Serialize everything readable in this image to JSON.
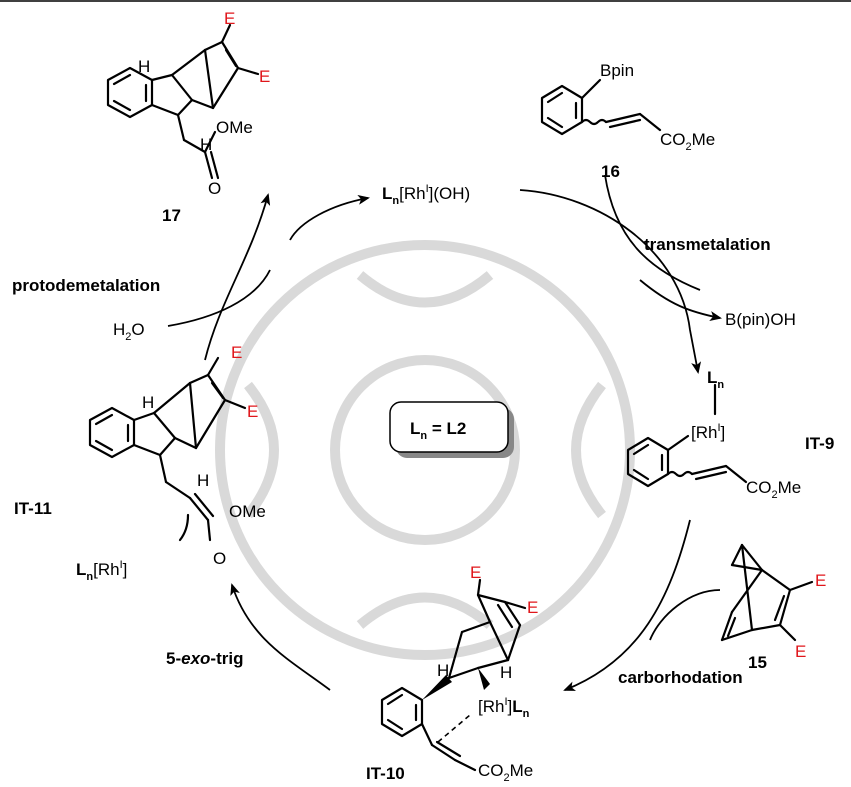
{
  "labels": {
    "catalyst": "(OH)",
    "ligand_note_lhs": "L",
    "ligand_note_rhs": "L2",
    "compound_16": "16",
    "compound_17": "17",
    "compound_15": "15",
    "it9": "IT-9",
    "it10": "IT-10",
    "it11": "IT-11",
    "bpin": "Bpin",
    "co2me": "CO",
    "me_suffix": "Me",
    "ome": "OMe",
    "o": "O",
    "h": "H",
    "e": "E",
    "water": "H",
    "water_o": "O",
    "byproduct": "B(pin)OH",
    "rh": "[Rh",
    "rh_close": "]",
    "sup_i": "I",
    "sub_n": "n",
    "sub_2": "2"
  },
  "steps": {
    "transmetalation": "transmetalation",
    "carborhodation": "carborhodation",
    "cyclization_prefix": "5-",
    "cyclization_italic": "exo",
    "cyclization_suffix": "-trig",
    "protodemetalation": "protodemetalation"
  },
  "colors": {
    "ester_group": "#e0161b",
    "watermark": "#d9d9d9"
  }
}
